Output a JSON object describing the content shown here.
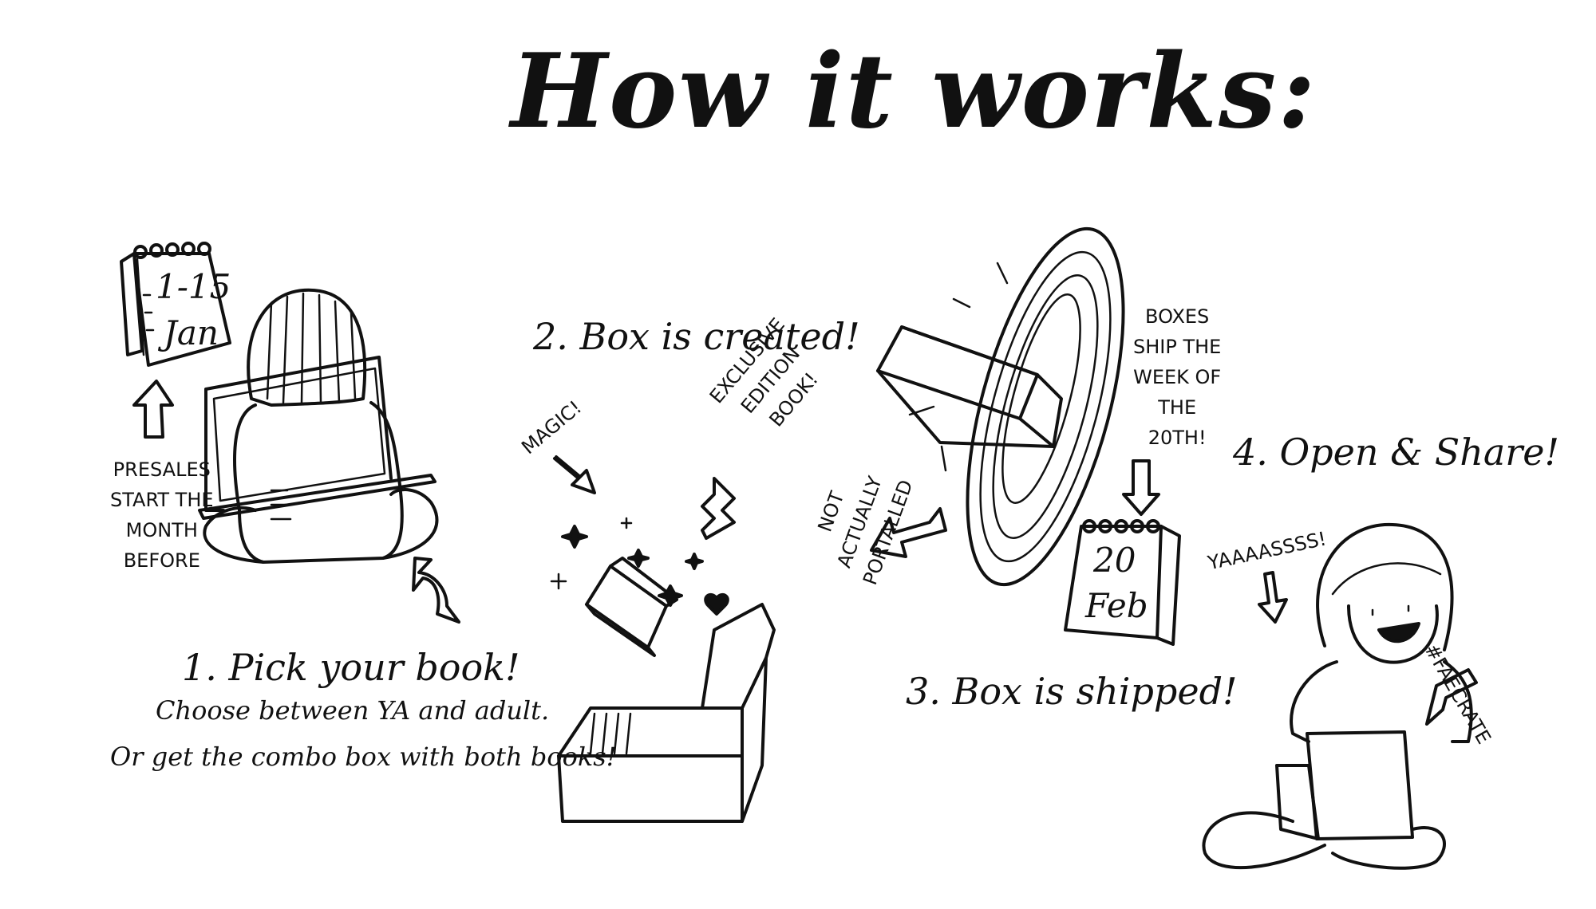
{
  "title": "How it works:",
  "steps": [
    {
      "heading": "1. Pick your book!",
      "lines": [
        "Choose between YA and adult.",
        "Or get the combo box with both books!"
      ],
      "calendar": {
        "days": "1-15",
        "month": "Jan"
      },
      "note": [
        "PRESALES",
        "START THE",
        "MONTH",
        "BEFORE"
      ]
    },
    {
      "heading": "2. Box is created!",
      "notes": {
        "magic": "MAGIC!",
        "exclusive": [
          "EXCLUSIVE",
          "EDITION",
          "BOOK!"
        ]
      }
    },
    {
      "heading": "3. Box is shipped!",
      "notes": {
        "ship": [
          "BOXES",
          "SHIP THE",
          "WEEK OF",
          "THE",
          "20TH!"
        ],
        "portal": [
          "NOT",
          "ACTUALLY",
          "PORTALLED"
        ]
      },
      "calendar": {
        "days": "20",
        "month": "Feb"
      }
    },
    {
      "heading": "4. Open & Share!",
      "notes": {
        "yay": "YAAAASSSS!",
        "hashtag": "#FAECRATE"
      }
    }
  ],
  "colors": {
    "ink": "#111111",
    "background": "#ffffff"
  }
}
